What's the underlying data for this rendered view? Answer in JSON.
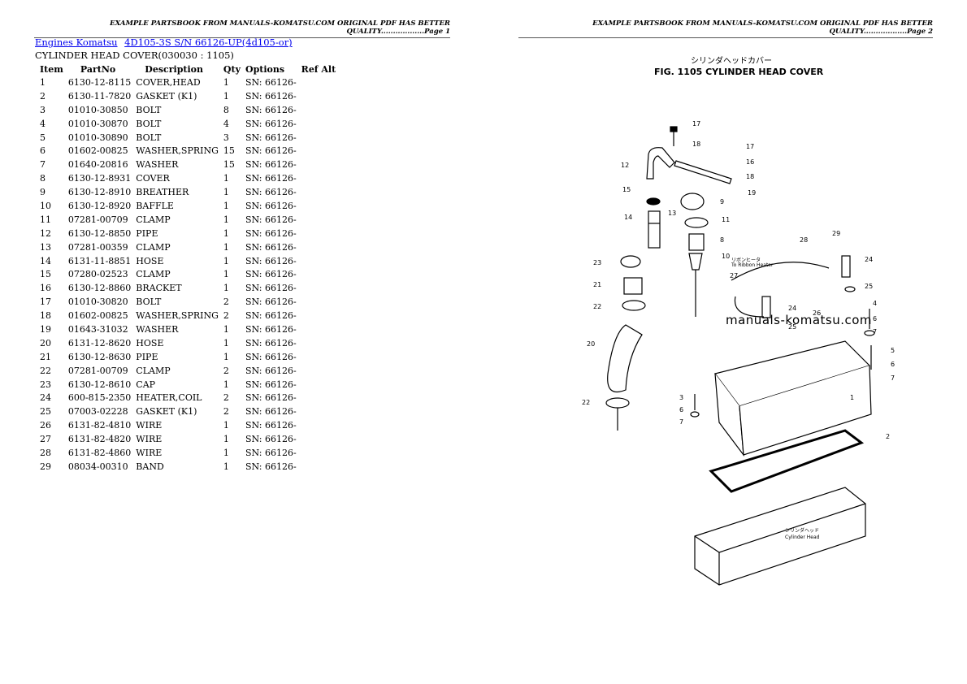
{
  "header": {
    "page1": "EXAMPLE PARTSBOOK FROM MANUALS-KOMATSU.COM ORIGINAL PDF HAS BETTER QUALITY..................Page 1",
    "page2": "EXAMPLE PARTSBOOK FROM MANUALS-KOMATSU.COM ORIGINAL PDF HAS BETTER QUALITY..................Page 2"
  },
  "breadcrumb": {
    "link1": "Engines Komatsu",
    "link2": "4D105-3S S/N 66126-UP(4d105-or)"
  },
  "subtitle": "CYLINDER HEAD COVER(030030 : 1105)",
  "table": {
    "headers": [
      "Item",
      "PartNo",
      "Description",
      "Qty",
      "Options",
      "Ref Alt"
    ],
    "rows": [
      [
        "1",
        "6130-12-8115",
        "COVER,HEAD",
        "1",
        "SN: 66126-"
      ],
      [
        "2",
        "6130-11-7820",
        "GASKET (K1)",
        "1",
        "SN: 66126-"
      ],
      [
        "3",
        "01010-30850",
        "BOLT",
        "8",
        "SN: 66126-"
      ],
      [
        "4",
        "01010-30870",
        "BOLT",
        "4",
        "SN: 66126-"
      ],
      [
        "5",
        "01010-30890",
        "BOLT",
        "3",
        "SN: 66126-"
      ],
      [
        "6",
        "01602-00825",
        "WASHER,SPRING",
        "15",
        "SN: 66126-"
      ],
      [
        "7",
        "01640-20816",
        "WASHER",
        "15",
        "SN: 66126-"
      ],
      [
        "8",
        "6130-12-8931",
        "COVER",
        "1",
        "SN: 66126-"
      ],
      [
        "9",
        "6130-12-8910",
        "BREATHER",
        "1",
        "SN: 66126-"
      ],
      [
        "10",
        "6130-12-8920",
        "BAFFLE",
        "1",
        "SN: 66126-"
      ],
      [
        "11",
        "07281-00709",
        "CLAMP",
        "1",
        "SN: 66126-"
      ],
      [
        "12",
        "6130-12-8850",
        "PIPE",
        "1",
        "SN: 66126-"
      ],
      [
        "13",
        "07281-00359",
        "CLAMP",
        "1",
        "SN: 66126-"
      ],
      [
        "14",
        "6131-11-8851",
        "HOSE",
        "1",
        "SN: 66126-"
      ],
      [
        "15",
        "07280-02523",
        "CLAMP",
        "1",
        "SN: 66126-"
      ],
      [
        "16",
        "6130-12-8860",
        "BRACKET",
        "1",
        "SN: 66126-"
      ],
      [
        "17",
        "01010-30820",
        "BOLT",
        "2",
        "SN: 66126-"
      ],
      [
        "18",
        "01602-00825",
        "WASHER,SPRING",
        "2",
        "SN: 66126-"
      ],
      [
        "19",
        "01643-31032",
        "WASHER",
        "1",
        "SN: 66126-"
      ],
      [
        "20",
        "6131-12-8620",
        "HOSE",
        "1",
        "SN: 66126-"
      ],
      [
        "21",
        "6130-12-8630",
        "PIPE",
        "1",
        "SN: 66126-"
      ],
      [
        "22",
        "07281-00709",
        "CLAMP",
        "2",
        "SN: 66126-"
      ],
      [
        "23",
        "6130-12-8610",
        "CAP",
        "1",
        "SN: 66126-"
      ],
      [
        "24",
        "600-815-2350",
        "HEATER,COIL",
        "2",
        "SN: 66126-"
      ],
      [
        "25",
        "07003-02228",
        "GASKET (K1)",
        "2",
        "SN: 66126-"
      ],
      [
        "26",
        "6131-82-4810",
        "WIRE",
        "1",
        "SN: 66126-"
      ],
      [
        "27",
        "6131-82-4820",
        "WIRE",
        "1",
        "SN: 66126-"
      ],
      [
        "28",
        "6131-82-4860",
        "WIRE",
        "1",
        "SN: 66126-"
      ],
      [
        "29",
        "08034-00310",
        "BAND",
        "1",
        "SN: 66126-"
      ]
    ]
  },
  "figure": {
    "jp_title": "シリンダヘッドカバー",
    "title": "FIG. 1105 CYLINDER HEAD COVER",
    "jp_ribbon": "リボンヒータ",
    "ribbon_heater": "To Ribbon Heater",
    "jp_head": "シリンダヘッド",
    "cylinder_head": "Cylinder Head",
    "callouts": [
      "17",
      "18",
      "17",
      "12",
      "16",
      "18",
      "15",
      "19",
      "9",
      "13",
      "14",
      "11",
      "8",
      "10",
      "28",
      "29",
      "23",
      "24",
      "27",
      "21",
      "25",
      "22",
      "24",
      "26",
      "4",
      "25",
      "6",
      "7",
      "20",
      "5",
      "6",
      "7",
      "3",
      "6",
      "7",
      "22",
      "2",
      "1"
    ],
    "watermark": "manuals-komatsu.com"
  }
}
